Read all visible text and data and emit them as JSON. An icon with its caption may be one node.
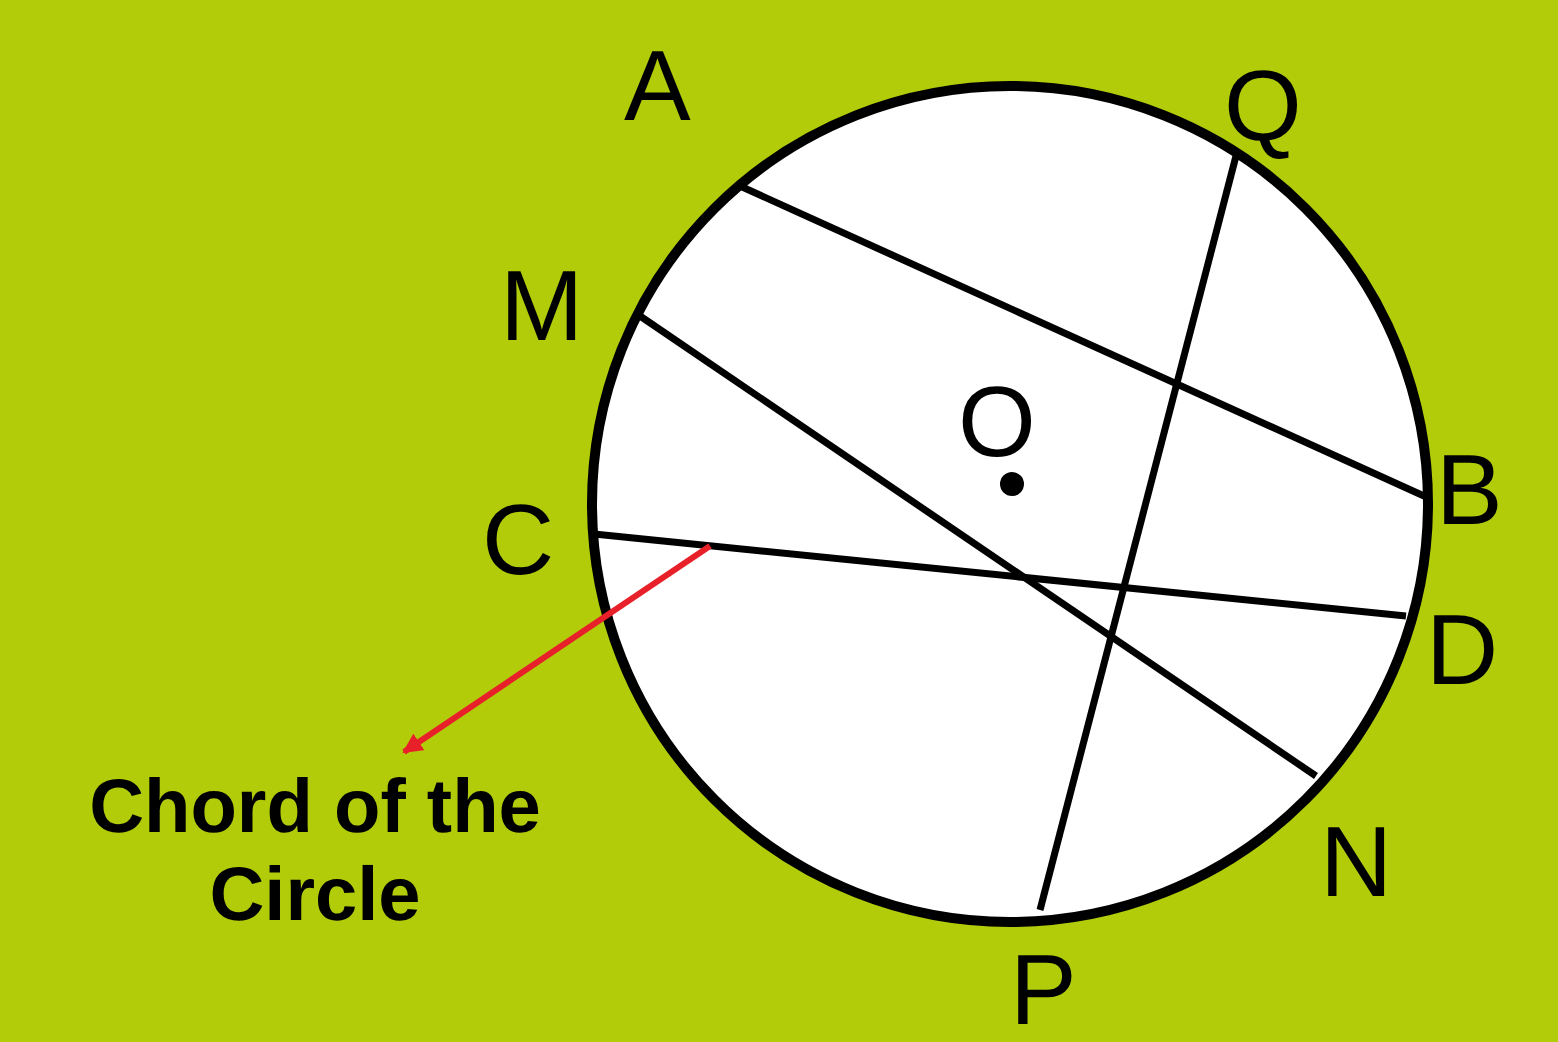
{
  "diagram": {
    "nodes": [
      {
        "text": [
          "Chord of the Circle"
        ]
      },
      {
        "text": [],
        "shape": "line"
      }
    ],
    "edges": [
      {
        "from": 1,
        "to": 0,
        "arrow": "to",
        "color": "#e8202a"
      }
    ],
    "labels": [
      "A",
      "Q",
      "M",
      "O",
      "B",
      "C",
      "D",
      "N",
      "P"
    ]
  }
}
